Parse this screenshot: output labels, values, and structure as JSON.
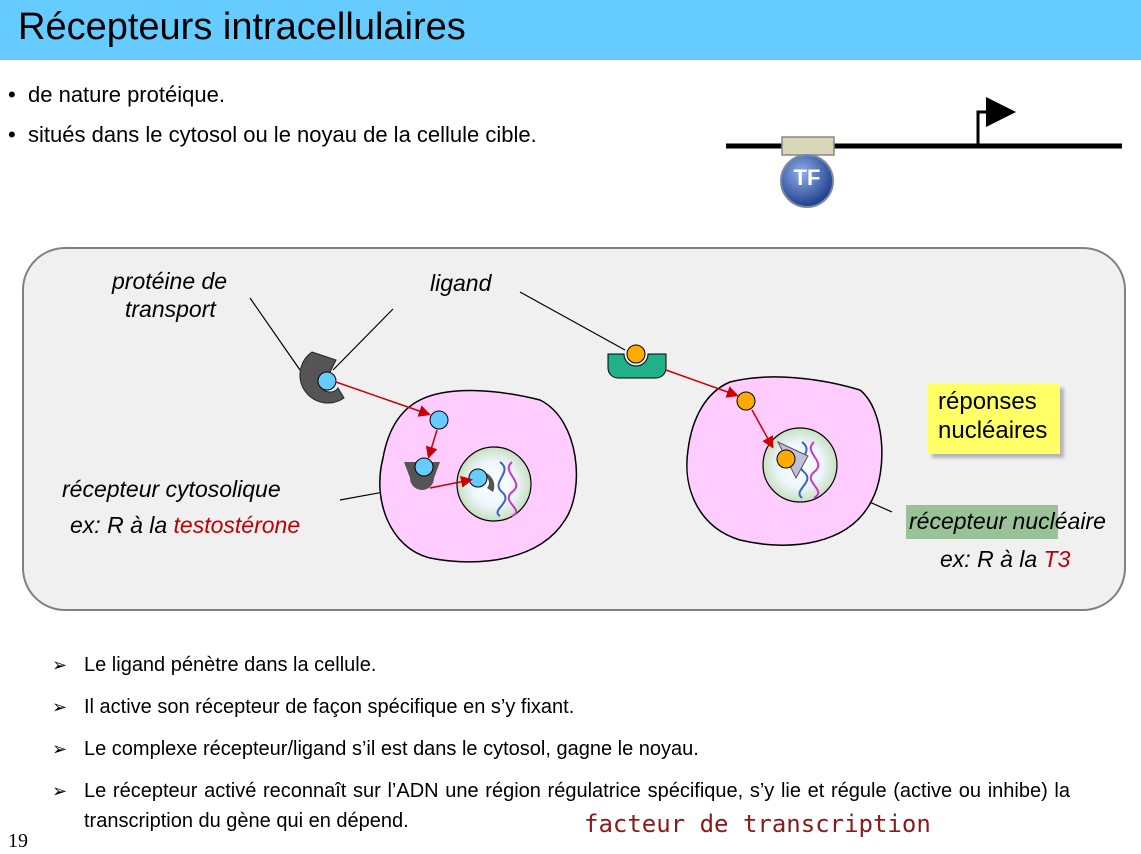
{
  "title": "Récepteurs intracellulaires",
  "bullets": [
    "de nature protéique.",
    "situés dans le cytosol ou le noyau de la cellule cible."
  ],
  "tf_label": "TF",
  "diagram": {
    "transport_line1": "protéine de",
    "transport_line2": "transport",
    "ligand": "ligand",
    "cyto_receptor": "récepteur cytosolique",
    "cyto_example_prefix": "ex: R à la ",
    "cyto_example_hormone": "testostérone",
    "responses_line1": "réponses",
    "responses_line2": "nucléaires",
    "nuclear_receptor": "récepteur nucléaire",
    "nuclear_example_prefix": "ex: R à la ",
    "nuclear_example_hormone": "T3"
  },
  "steps": [
    "Le ligand pénètre dans la cellule.",
    "Il active son récepteur de façon spécifique en s’y fixant.",
    "Le complexe récepteur/ligand s’il est dans le cytosol, gagne le noyau.",
    "Le récepteur activé reconnaît sur l’ADN une région régulatrice spécifique, s’y lie et régule (active ou inhibe) la transcription du gène qui en dépend."
  ],
  "step_bullet": "➢",
  "footnote": "facteur de transcription",
  "page_number": "19",
  "colors": {
    "title_bar": "#66ccff",
    "cell_fill": "#ffccff",
    "ligand_blue": "#66ccff",
    "ligand_orange": "#ffaa00",
    "receptor_teal": "#20b08a",
    "arrow_red": "#cc0000",
    "highlight_red": "#c00000"
  }
}
